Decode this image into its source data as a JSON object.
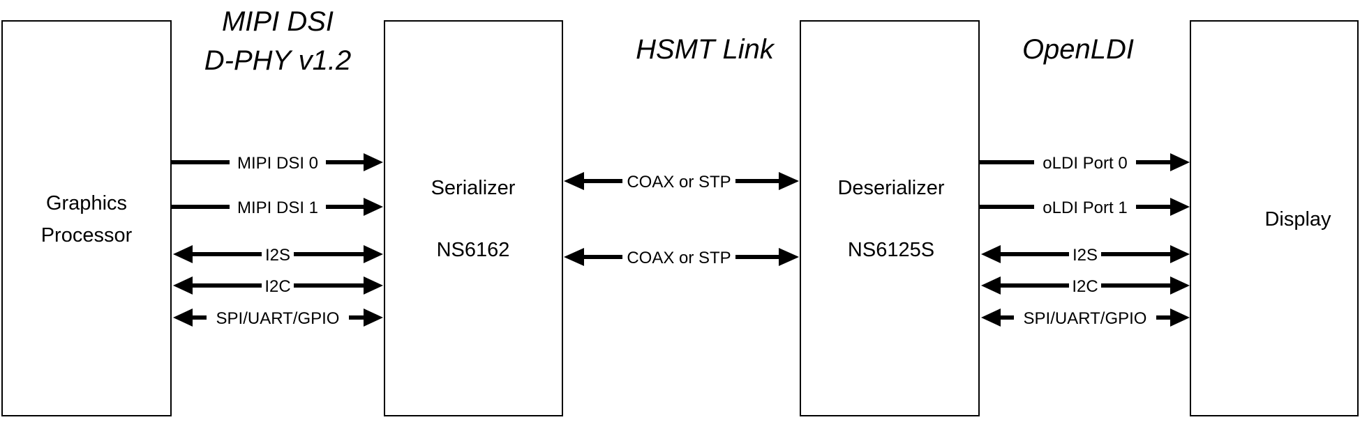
{
  "headers": {
    "mipi_line1": "MIPI DSI",
    "mipi_line2": "D-PHY v1.2",
    "hsmt": "HSMT Link",
    "openldi": "OpenLDI"
  },
  "blocks": {
    "gpu": {
      "line1": "Graphics",
      "line2": "Processor"
    },
    "serializer": {
      "line1": "Serializer",
      "line2": "NS6162"
    },
    "deserializer": {
      "line1": "Deserializer",
      "line2": "NS6125S"
    },
    "display": {
      "line1": "Display"
    }
  },
  "connections": {
    "left": [
      {
        "label": "MIPI DSI 0",
        "direction": "right"
      },
      {
        "label": "MIPI DSI 1",
        "direction": "right"
      },
      {
        "label": "I2S",
        "direction": "both"
      },
      {
        "label": "I2C",
        "direction": "both"
      },
      {
        "label": "SPI/UART/GPIO",
        "direction": "both"
      }
    ],
    "middle": [
      {
        "label": "COAX or STP",
        "direction": "both"
      },
      {
        "label": "COAX or STP",
        "direction": "both"
      }
    ],
    "right": [
      {
        "label": "oLDI Port 0",
        "direction": "right"
      },
      {
        "label": "oLDI Port 1",
        "direction": "right"
      },
      {
        "label": "I2S",
        "direction": "both"
      },
      {
        "label": "I2C",
        "direction": "both"
      },
      {
        "label": "SPI/UART/GPIO",
        "direction": "both"
      }
    ]
  }
}
